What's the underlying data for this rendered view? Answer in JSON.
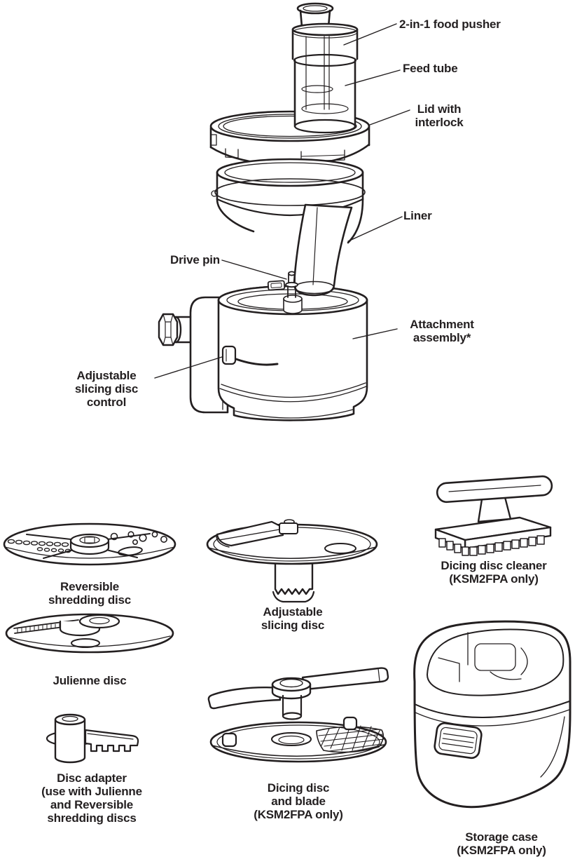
{
  "page": {
    "background_color": "#ffffff",
    "ink_color": "#231f20",
    "description": "Exploded parts diagram of a food processor attachment with accessory discs"
  },
  "diagram": {
    "type": "exploded-parts-diagram",
    "callouts": {
      "food_pusher": "2-in-1 food pusher",
      "feed_tube": "Feed tube",
      "lid": "Lid with\ninterlock",
      "liner": "Liner",
      "drive_pin": "Drive pin",
      "attachment_assembly": "Attachment\nassembly*",
      "slicing_control": "Adjustable\nslicing disc\ncontrol"
    },
    "parts": {
      "reversible_shredding_disc": "Reversible\nshredding disc",
      "julienne_disc": "Julienne disc",
      "adjustable_slicing_disc": "Adjustable\nslicing disc",
      "dicing_disc_cleaner": "Dicing disc cleaner\n(KSM2FPA only)",
      "disc_adapter": "Disc adapter\n(use with Julienne\nand Reversible\nshredding discs",
      "dicing_disc_and_blade": "Dicing disc\nand blade\n(KSM2FPA only)",
      "storage_case": "Storage case\n(KSM2FPA only)"
    }
  }
}
